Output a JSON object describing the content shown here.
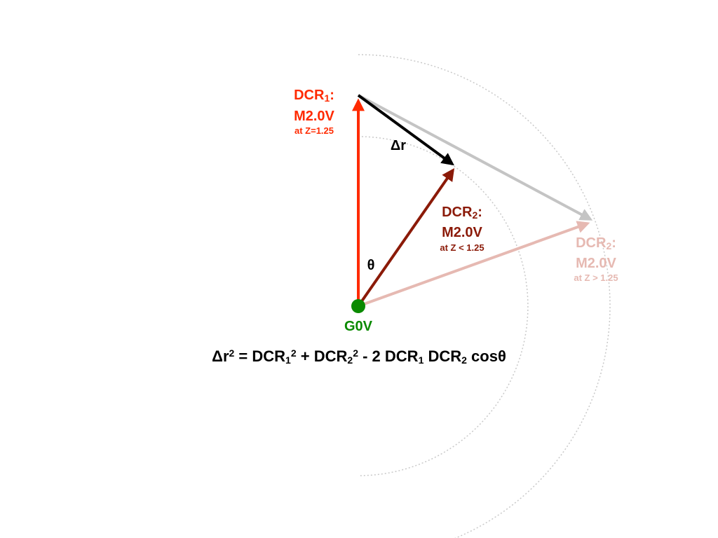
{
  "colors": {
    "dcr1": "#ff2a00",
    "dcr2_low": "#8b1a08",
    "dcr2_high": "#e6b9b2",
    "delta_r": "#000000",
    "delta_r_high": "#c4c4c4",
    "star": "#0a8a00",
    "circle": "#c9c9c9",
    "formula": "#000000"
  },
  "labels": {
    "dcr1": {
      "name": "DCR",
      "sub": "1",
      "colon": ":",
      "type": "M2.0V",
      "cond": "at Z=1.25"
    },
    "dcr2_low": {
      "name": "DCR",
      "sub": "2",
      "colon": ":",
      "type": "M2.0V",
      "cond": "at Z < 1.25"
    },
    "dcr2_high": {
      "name": "DCR",
      "sub": "2",
      "colon": ":",
      "type": "M2.0V",
      "cond": "at Z > 1.25"
    },
    "delta_r": "Δr",
    "theta": "θ",
    "star": "G0V"
  },
  "formula": {
    "lhs": "Δr",
    "sq": "2",
    "eq": " = ",
    "t1": "DCR",
    "t1_sub": "1",
    "plus": " + ",
    "t2": "DCR",
    "t2_sub": "2",
    "minus": " - 2 ",
    "t3": "DCR",
    "t3_sub": "1",
    "t4": " DCR",
    "t4_sub": "2",
    "cos": " cosθ"
  },
  "icons": {
    "star_marker": "filled-circle-icon"
  }
}
